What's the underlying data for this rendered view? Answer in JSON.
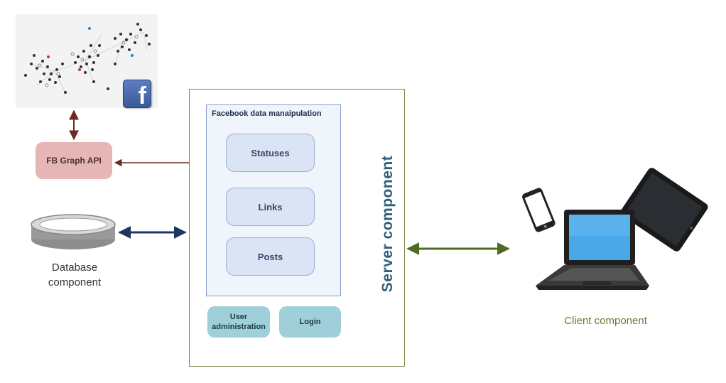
{
  "diagram": {
    "fb_api": "FB Graph API",
    "database": {
      "label_line1": "Database",
      "label_line2": "component"
    },
    "server": {
      "title": "Server component",
      "fb_box": {
        "title": "Facebook data manaipulation",
        "items": [
          "Statuses",
          "Links",
          "Posts"
        ]
      },
      "user_admin": {
        "line1": "User",
        "line2": "administration"
      },
      "login": "Login"
    },
    "client": "Client component",
    "logo_text": "f"
  },
  "colors": {
    "arrow_fb": "#6b2a22",
    "arrow_db": "#1e3563",
    "arrow_client": "#4f6a22",
    "server_border": "#7a8a45",
    "server_title": "#2d5f78",
    "fb_api_fill": "#e6b5b5",
    "teal_fill": "#9fcfd9",
    "client_text": "#6b7a36"
  },
  "icons": [
    "facebook-icon",
    "network-graph",
    "database-icon",
    "laptop-icon",
    "tablet-icon",
    "phone-icon"
  ]
}
